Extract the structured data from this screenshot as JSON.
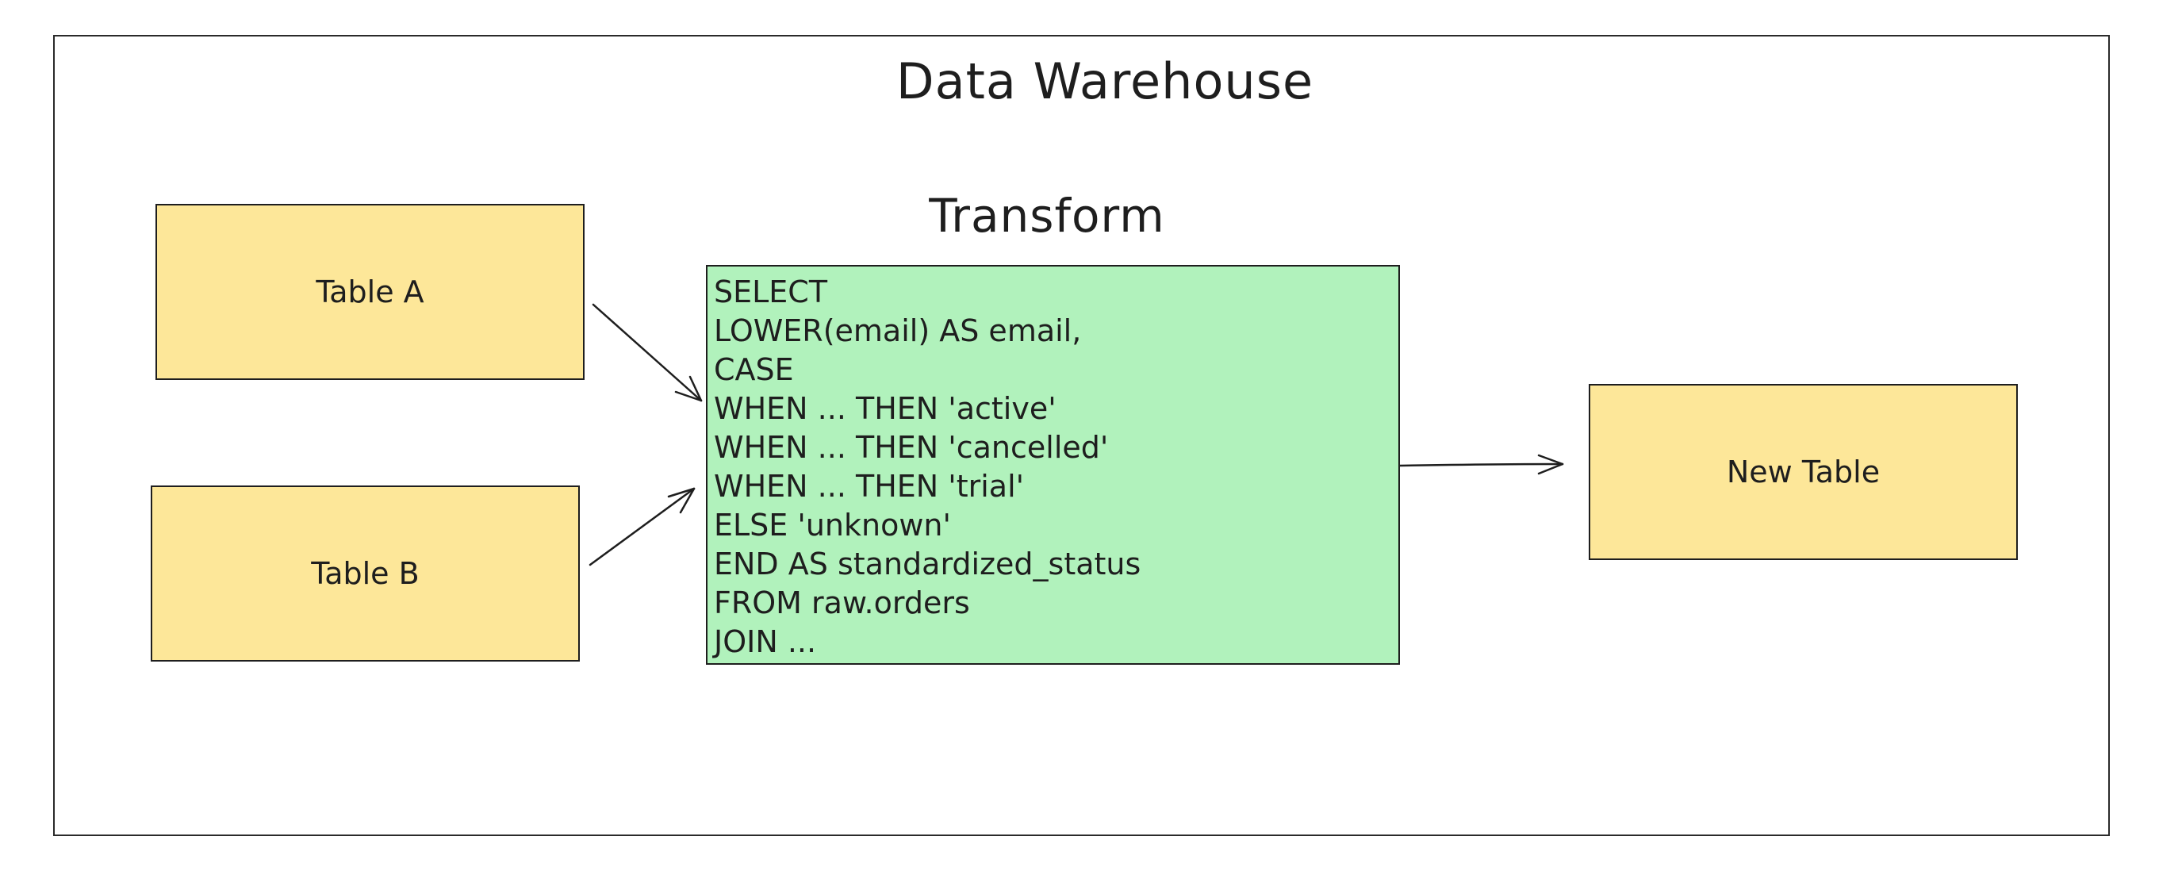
{
  "diagram": {
    "title": "Data Warehouse",
    "subtitle": "Transform",
    "source_tables": [
      "Table A",
      "Table B"
    ],
    "target_table": "New Table",
    "sql_lines": [
      "SELECT",
      "LOWER(email) AS email,",
      "CASE",
      "WHEN ... THEN 'active'",
      "WHEN ... THEN 'cancelled'",
      "WHEN ... THEN 'trial'",
      "ELSE 'unknown'",
      "END AS standardized_status",
      "FROM raw.orders",
      "JOIN ..."
    ],
    "colors": {
      "table_fill": "#fde799",
      "transform_fill": "#b1f2bc",
      "stroke": "#1e1e1e",
      "background": "#ffffff"
    }
  }
}
